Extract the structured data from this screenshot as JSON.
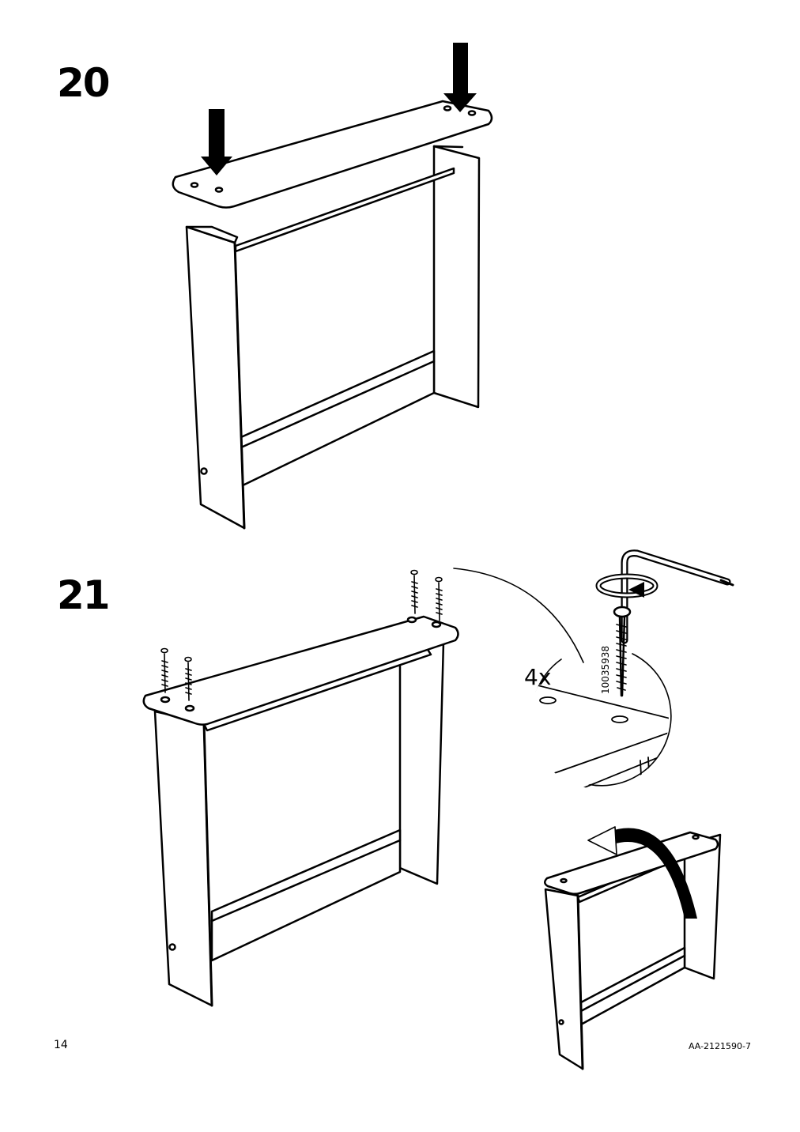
{
  "steps": [
    {
      "number": "20"
    },
    {
      "number": "21"
    }
  ],
  "detail": {
    "quantity": "4x",
    "part_number": "10035938"
  },
  "footer": {
    "page_number": "14",
    "document_code": "AA-2121590-7"
  }
}
